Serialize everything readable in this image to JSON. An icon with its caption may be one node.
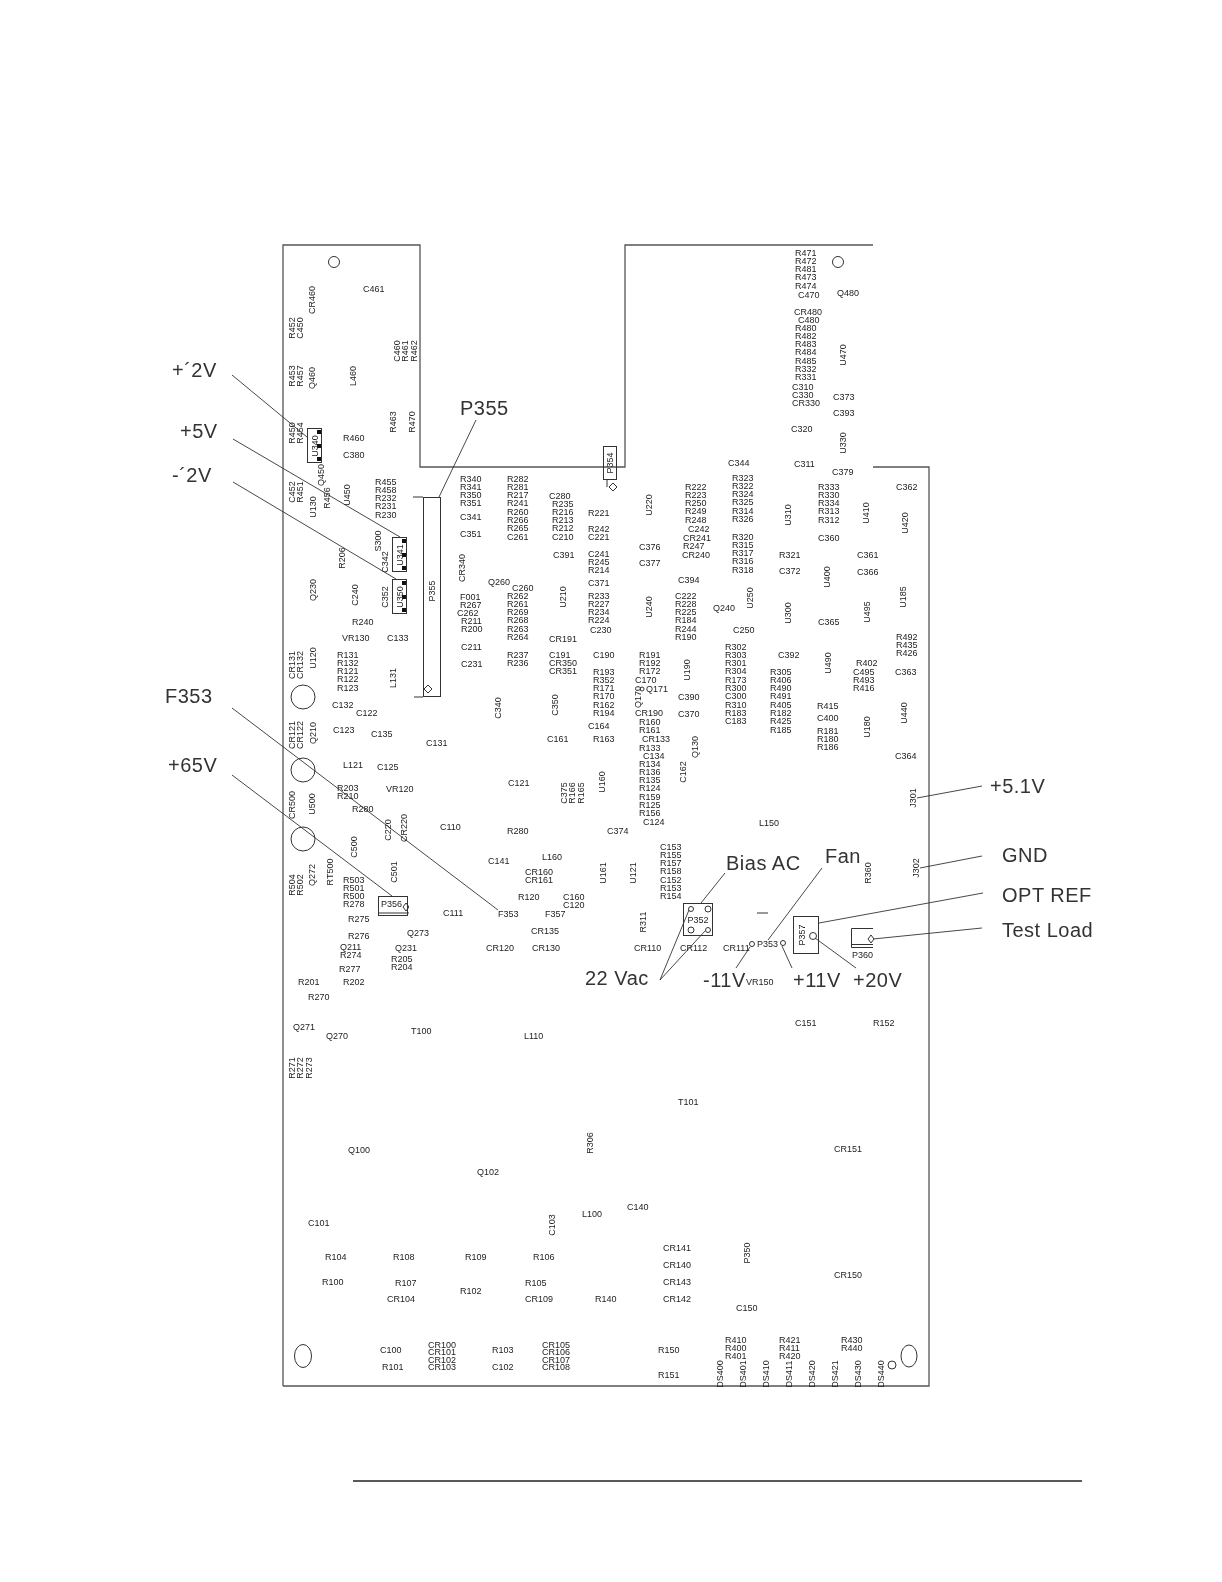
{
  "diagram": {
    "nodes": [
      {
        "text": [
          "+´2V"
        ]
      },
      {
        "text": [
          "+5V"
        ]
      },
      {
        "text": [
          "-´2V"
        ]
      },
      {
        "text": [
          "P355"
        ]
      },
      {
        "text": [
          "F353"
        ]
      },
      {
        "text": [
          "+65V"
        ]
      },
      {
        "text": [
          "Bias AC"
        ]
      },
      {
        "text": [
          "Fan"
        ]
      },
      {
        "text": [
          "+5.1V"
        ]
      },
      {
        "text": [
          "GND"
        ]
      },
      {
        "text": [
          "OPT REF"
        ]
      },
      {
        "text": [
          "Test Load"
        ]
      },
      {
        "text": [
          "22 Vac"
        ]
      },
      {
        "text": [
          "-11V"
        ]
      },
      {
        "text": [
          "+11V"
        ]
      },
      {
        "text": [
          "+20V"
        ]
      },
      {
        "text": [
          "U340"
        ]
      },
      {
        "text": [
          "U341"
        ]
      },
      {
        "text": [
          "U350"
        ]
      },
      {
        "text": [
          "P355"
        ]
      },
      {
        "text": [
          "F353"
        ]
      },
      {
        "text": [
          "P356"
        ]
      },
      {
        "text": [
          "P352"
        ]
      },
      {
        "text": [
          "P353"
        ]
      },
      {
        "text": [
          "J301"
        ]
      },
      {
        "text": [
          "J302"
        ]
      },
      {
        "text": [
          "P357"
        ]
      },
      {
        "text": [
          "P360"
        ]
      },
      {
        "text": [],
        "shape": "circle"
      },
      {
        "text": [],
        "shape": "circle"
      },
      {
        "text": [],
        "shape": "circle",
        "in": 26
      },
      {
        "text": [],
        "shape": "circle",
        "in": 22
      },
      {
        "text": [],
        "shape": "circle",
        "in": 22
      },
      {
        "text": [
          "P354"
        ]
      }
    ],
    "edges": [
      {
        "from": 0,
        "to": 16,
        "arrow": "none"
      },
      {
        "from": 1,
        "to": 17,
        "arrow": "none"
      },
      {
        "from": 2,
        "to": 18,
        "arrow": "none"
      },
      {
        "from": 3,
        "to": 19,
        "arrow": "none"
      },
      {
        "from": 4,
        "to": 20,
        "arrow": "none"
      },
      {
        "from": 5,
        "to": 21,
        "arrow": "none"
      },
      {
        "from": 6,
        "to": 22,
        "arrow": "none"
      },
      {
        "from": 7,
        "to": 23,
        "arrow": "none"
      },
      {
        "from": 8,
        "to": 24,
        "arrow": "none"
      },
      {
        "from": 9,
        "to": 25,
        "arrow": "none"
      },
      {
        "from": 10,
        "to": 26,
        "arrow": "none"
      },
      {
        "from": 11,
        "to": 27,
        "arrow": "none"
      },
      {
        "from": 12,
        "to": 31,
        "arrow": "none"
      },
      {
        "from": 12,
        "to": 32,
        "arrow": "none"
      },
      {
        "from": 13,
        "to": 28,
        "arrow": "none"
      },
      {
        "from": 14,
        "to": 29,
        "arrow": "none"
      },
      {
        "from": 15,
        "to": 30,
        "arrow": "none"
      }
    ],
    "labels": [
      "C461",
      "CR460",
      "R452",
      "C450",
      "C460",
      "R461",
      "R462",
      "R453",
      "R457",
      "Q460",
      "L460",
      "R463",
      "R470",
      "R450",
      "R454",
      "R460",
      "C380",
      "Q450",
      "C452",
      "R451",
      "R456",
      "U450",
      "U130",
      "R455",
      "R458",
      "R232",
      "R231",
      "R230",
      "S300",
      "R206",
      "C342",
      "Q230",
      "C240",
      "C352",
      "R240",
      "VR130",
      "C133",
      "R340",
      "R341",
      "R350",
      "R351",
      "C341",
      "C351",
      "R282",
      "R281",
      "R217",
      "R241",
      "R260",
      "R266",
      "R265",
      "C261",
      "C280",
      "R235",
      "R216",
      "R213",
      "R212",
      "C210",
      "R221",
      "R242",
      "C221",
      "C391",
      "C241",
      "R245",
      "R214",
      "C371",
      "R233",
      "R227",
      "R234",
      "R224",
      "C230",
      "CR340",
      "Q260",
      "C260",
      "F001",
      "R267",
      "C262",
      "R211",
      "R200",
      "R262",
      "R261",
      "R269",
      "R268",
      "R263",
      "R264",
      "U210",
      "CR191",
      "C211",
      "C231",
      "R237",
      "R236",
      "C191",
      "CR350",
      "CR351",
      "C190",
      "R193",
      "R352",
      "R171",
      "R170",
      "R162",
      "R194",
      "C164",
      "R163",
      "R471",
      "R472",
      "R481",
      "R473",
      "R474",
      "C470",
      "Q480",
      "CR480",
      "C480",
      "R480",
      "R482",
      "R483",
      "R484",
      "R485",
      "R332",
      "R331",
      "C310",
      "C330",
      "CR330",
      "U470",
      "C373",
      "C393",
      "C320",
      "U330",
      "C344",
      "C311",
      "C379",
      "R222",
      "R223",
      "R250",
      "R249",
      "R248",
      "C242",
      "CR241",
      "R247",
      "CR240",
      "R323",
      "R322",
      "R324",
      "R325",
      "R314",
      "R326",
      "R320",
      "R315",
      "R317",
      "R316",
      "R318",
      "U220",
      "C376",
      "C377",
      "U310",
      "R333",
      "R330",
      "R334",
      "R313",
      "R312",
      "U410",
      "C362",
      "U420",
      "C360",
      "R321",
      "C372",
      "C361",
      "C366",
      "U400",
      "C394",
      "C222",
      "R228",
      "R225",
      "R184",
      "R244",
      "R190",
      "U240",
      "Q240",
      "U250",
      "C250",
      "U300",
      "C365",
      "U495",
      "U185",
      "R492",
      "R435",
      "R426",
      "R302",
      "R303",
      "R301",
      "R304",
      "R173",
      "R300",
      "C300",
      "R310",
      "R183",
      "C183",
      "C392",
      "R305",
      "R406",
      "R490",
      "R491",
      "R405",
      "R182",
      "R425",
      "R185",
      "U490",
      "R402",
      "C495",
      "R493",
      "R416",
      "C363",
      "R191",
      "R192",
      "R172",
      "C170",
      "Q171",
      "Q170",
      "CR190",
      "R160",
      "R161",
      "CR133",
      "R133",
      "C134",
      "R134",
      "R136",
      "R135",
      "R124",
      "R159",
      "R125",
      "R156",
      "C124",
      "U190",
      "C390",
      "C370",
      "Q130",
      "C162",
      "R415",
      "C400",
      "R181",
      "R180",
      "R186",
      "U180",
      "U440",
      "C364",
      "L150",
      "C374",
      "C153",
      "R155",
      "R157",
      "R158",
      "C152",
      "R153",
      "R154",
      "U161",
      "U121",
      "R360",
      "R311",
      "CR110",
      "CR112",
      "CR111",
      "VR150",
      "CR131",
      "CR132",
      "U120",
      "R131",
      "R132",
      "R121",
      "R122",
      "R123",
      "L131",
      "C132",
      "C122",
      "CR121",
      "CR122",
      "Q210",
      "C123",
      "C135",
      "C131",
      "C340",
      "C350",
      "C161",
      "L121",
      "C125",
      "R203",
      "R210",
      "VR120",
      "R280",
      "CR500",
      "U500",
      "C121",
      "C375",
      "R166",
      "R165",
      "U160",
      "C220",
      "CR220",
      "C110",
      "R280",
      "C500",
      "C141",
      "L160",
      "R504",
      "R502",
      "Q272",
      "RT500",
      "R503",
      "R501",
      "R500",
      "R278",
      "C501",
      "CR160",
      "CR161",
      "R120",
      "C160",
      "C120",
      "C111",
      "F357",
      "R275",
      "R276",
      "Q273",
      "CR135",
      "Q211",
      "R274",
      "Q231",
      "R205",
      "R204",
      "CR120",
      "CR130",
      "R277",
      "R201",
      "R202",
      "R270",
      "Q271",
      "Q270",
      "T100",
      "L110",
      "R271",
      "R272",
      "R273",
      "Q100",
      "Q102",
      "R306",
      "L100",
      "C101",
      "C103",
      "C140",
      "C151",
      "R152",
      "T101",
      "CR151",
      "R104",
      "R108",
      "R109",
      "R106",
      "CR141",
      "CR140",
      "CR143",
      "CR142",
      "P350",
      "CR150",
      "R100",
      "R107",
      "R102",
      "R105",
      "CR104",
      "CR109",
      "R140",
      "C150",
      "C100",
      "R101",
      "CR100",
      "CR101",
      "CR102",
      "CR103",
      "R103",
      "C102",
      "CR105",
      "CR106",
      "CR107",
      "CR108",
      "R150",
      "R151",
      "R410",
      "R400",
      "R401",
      "R421",
      "R411",
      "R420",
      "R430",
      "R440",
      "DS400",
      "DS401",
      "DS410",
      "DS411",
      "DS420",
      "DS421",
      "DS430",
      "DS440"
    ]
  }
}
